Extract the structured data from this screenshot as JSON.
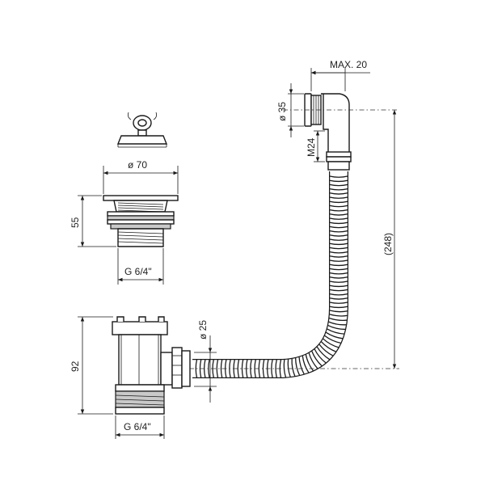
{
  "dimensions": {
    "max_20": "MAX. 20",
    "dia_35": "ø 35",
    "m24": "M24",
    "length_248": "(248)",
    "dia_70": "ø 70",
    "height_55": "55",
    "thread_upper": "G 6/4\"",
    "dia_25": "ø 25",
    "height_92": "92",
    "thread_lower": "G 6/4\""
  }
}
